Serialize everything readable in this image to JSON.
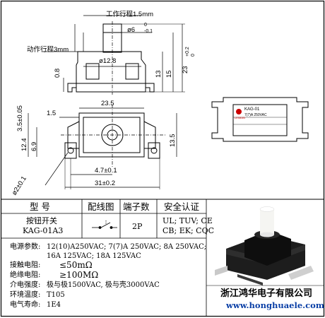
{
  "dimensions": {
    "work_travel": "工作行程1.5mm",
    "action_travel": "动作行程3mm",
    "stem_dia": "ø6",
    "stem_tol_upper": "0",
    "stem_tol_lower": "-0.1",
    "dia_12_8": "ø12.8",
    "dim_0_8": "0.8",
    "dim_13": "13",
    "dim_15": "15",
    "dim_23": "23",
    "dim_23_tol_upper": "+0.2",
    "dim_23_tol_lower": "0",
    "dim_3_5": "3.5±0.05",
    "dim_1_5": "1.5",
    "dim_23_5": "23.5",
    "dim_12_4": "12.4",
    "dim_6_9": "6.9",
    "dim_13_5": "13.5",
    "dim_hole": "ø2±0.1",
    "dim_4_7": "4.7±0.1",
    "dim_31": "31±0.2"
  },
  "label_plate": {
    "model": "KAG-01",
    "rating": "7(7)A 250VAC",
    "logo": "LEIMAN"
  },
  "table": {
    "headers": [
      "型  号",
      "配线图",
      "端子数",
      "安全认证"
    ],
    "model_name": "按钮开关",
    "model_code": "KAG-01A3",
    "terminals": "2P",
    "cert_line1": "UL; TUV; CE",
    "cert_line2": "CB; EK; CQC"
  },
  "specs": [
    {
      "label": "电源参数:",
      "value": "12(10)A250VAC; 7(7)A 250VAC; 8A 250VAC;"
    },
    {
      "label": "",
      "value": "16A 125VAC; 18A 125VAC"
    },
    {
      "label": "接触电阻:",
      "value": "≤50mΩ"
    },
    {
      "label": "绝缘电阻:",
      "value": "≥100MΩ"
    },
    {
      "label": "介电强度:",
      "value": "极与极1500VAC, 极与壳3000VAC"
    },
    {
      "label": "环境温度:",
      "value": "T105"
    },
    {
      "label": "电气寿命:",
      "value": "1E4"
    }
  ],
  "company": {
    "name": "浙江鸿华电子有限公司",
    "url": "www.honghuaele.com"
  }
}
